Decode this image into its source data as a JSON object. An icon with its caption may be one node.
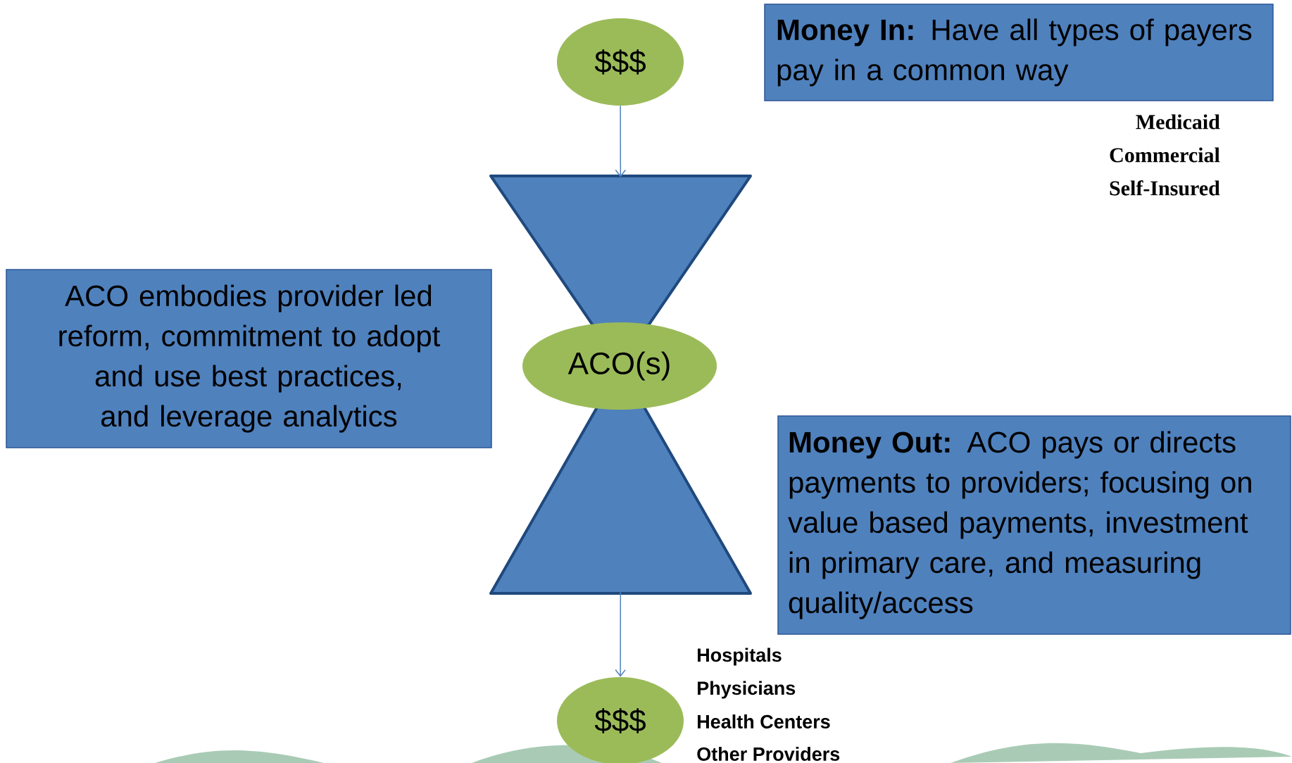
{
  "diagram": {
    "nodes": [
      {
        "text": [
          "$$$"
        ]
      },
      {
        "text": [
          "**Money In:** Have all types of payers pay in a common way"
        ]
      },
      {
        "text": [],
        "shape": "triangle"
      },
      {
        "text": [
          "ACO(s)"
        ]
      },
      {
        "text": [],
        "shape": "triangle"
      },
      {
        "text": [
          "ACO embodies provider led reform, commitment to adopt and use best practices, and leverage analytics"
        ]
      },
      {
        "text": [
          "**Money Out:** ACO pays or directs payments to providers; focusing on value based payments, investment in primary care, and measuring quality/access"
        ]
      },
      {
        "text": [
          "$$$"
        ]
      }
    ],
    "edges": [
      {
        "from": 0,
        "to": 2,
        "arrow": "to"
      },
      {
        "from": 4,
        "to": 7,
        "arrow": "to"
      }
    ],
    "labels": [
      "Medicaid",
      "Commercial",
      "Self-Insured",
      "Hospitals",
      "Physicians",
      "Health Centers",
      "Other Providers"
    ]
  }
}
